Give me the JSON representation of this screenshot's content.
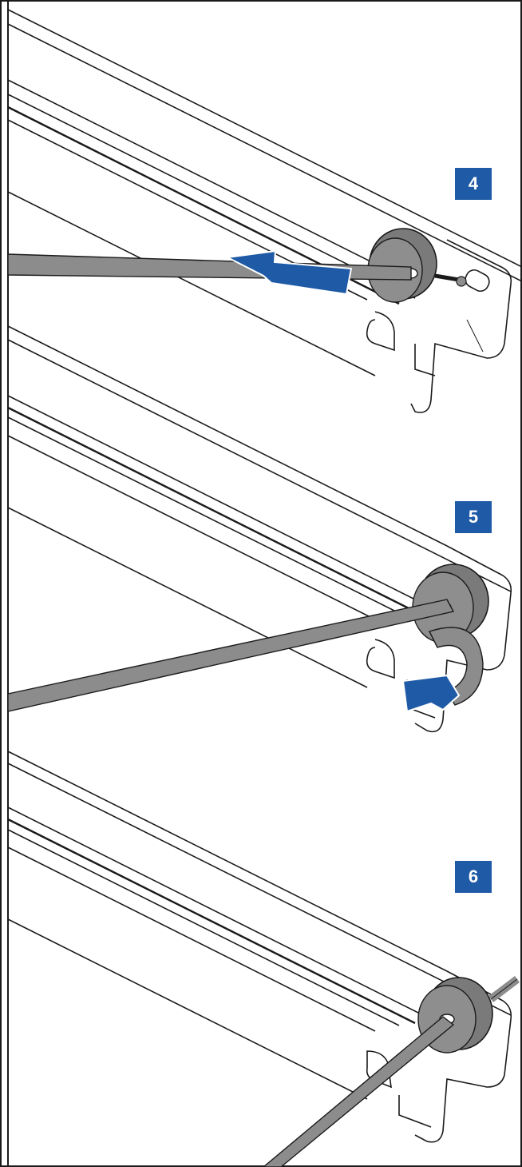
{
  "colors": {
    "badge": "#1f5aa6",
    "arrow": "#1f5aa6",
    "rod": "#8c8c8c",
    "cap": "#7a7a7a",
    "line": "#1a1a1a"
  },
  "steps": [
    {
      "number": "4",
      "action": "push-arrow-icon"
    },
    {
      "number": "5",
      "action": "rotate-arrow-icon"
    },
    {
      "number": "6",
      "action": "none"
    }
  ]
}
